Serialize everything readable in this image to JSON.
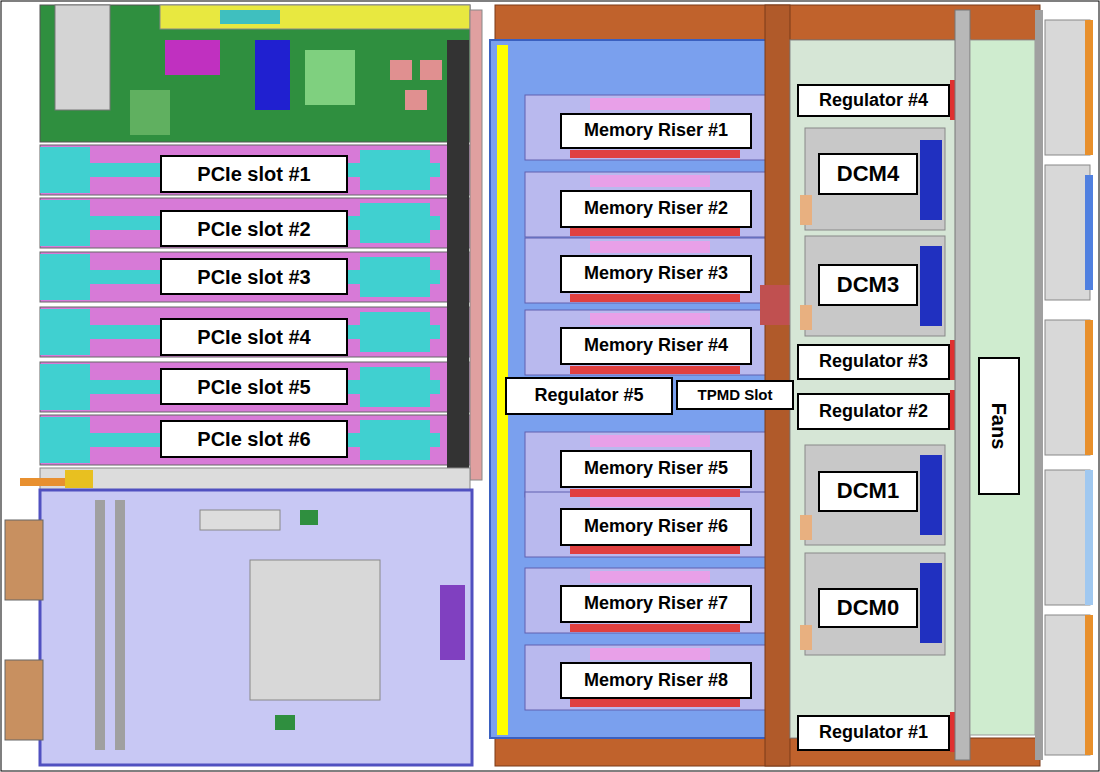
{
  "diagram": {
    "nodes": [
      {
        "text": [
          "PCIe slot #1"
        ]
      },
      {
        "text": [
          "PCIe slot #2"
        ]
      },
      {
        "text": [
          "PCIe slot #3"
        ]
      },
      {
        "text": [
          "PCIe slot #4"
        ]
      },
      {
        "text": [
          "PCIe slot #5"
        ]
      },
      {
        "text": [
          "PCIe slot #6"
        ]
      },
      {
        "text": [
          "Memory Riser #1"
        ]
      },
      {
        "text": [
          "Memory Riser #2"
        ]
      },
      {
        "text": [
          "Memory Riser #3"
        ]
      },
      {
        "text": [
          "Memory Riser #4"
        ]
      },
      {
        "text": [
          "Regulator #5"
        ]
      },
      {
        "text": [
          "TPMD Slot"
        ]
      },
      {
        "text": [
          "Memory Riser #5"
        ]
      },
      {
        "text": [
          "Memory Riser #6"
        ]
      },
      {
        "text": [
          "Memory Riser #7"
        ]
      },
      {
        "text": [
          "Memory Riser #8"
        ]
      },
      {
        "text": [
          "Regulator #4"
        ]
      },
      {
        "text": [
          "DCM4"
        ]
      },
      {
        "text": [
          "DCM3"
        ]
      },
      {
        "text": [
          "Regulator #3"
        ]
      },
      {
        "text": [
          "Regulator #2"
        ]
      },
      {
        "text": [
          "DCM1"
        ]
      },
      {
        "text": [
          "DCM0"
        ]
      },
      {
        "text": [
          "Regulator #1"
        ]
      },
      {
        "text": [
          "Fans"
        ]
      }
    ]
  }
}
